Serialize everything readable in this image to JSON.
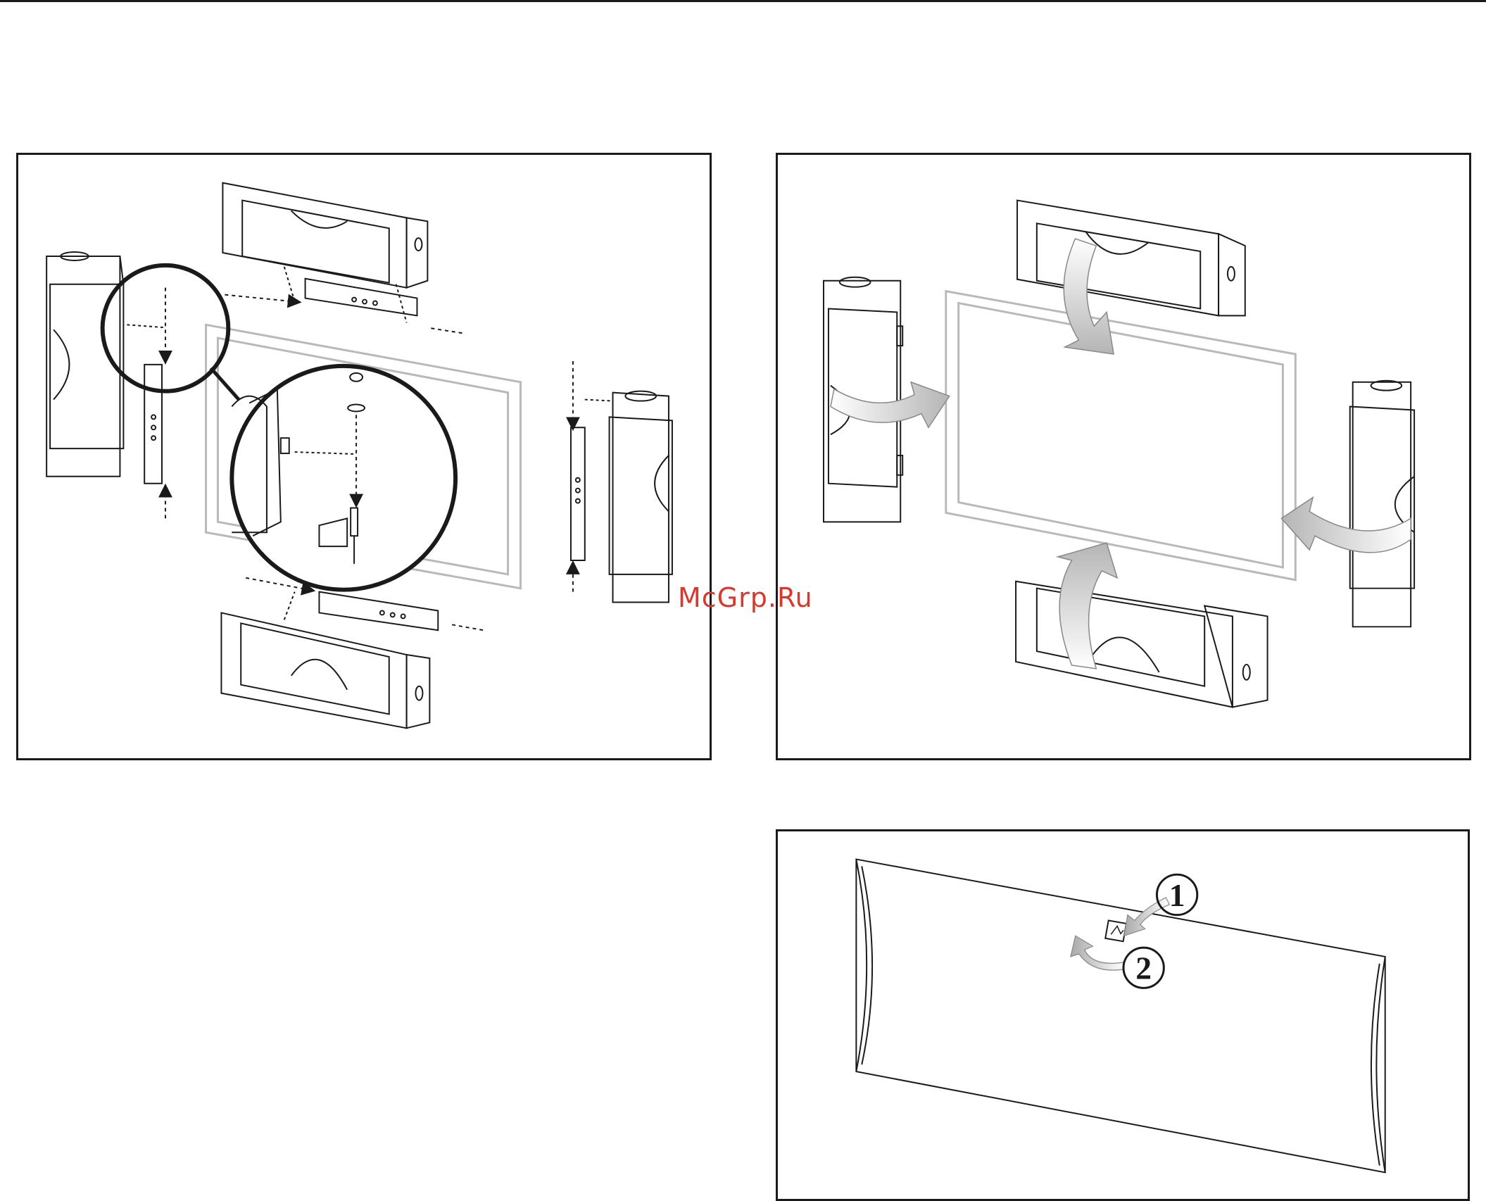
{
  "watermark": "McGrp.Ru",
  "panels": {
    "assembly": {
      "name": "bracket-assembly-diagram"
    },
    "placement": {
      "name": "speaker-placement-diagram"
    },
    "logo": {
      "steps": [
        "1",
        "2"
      ]
    }
  },
  "colors": {
    "line": "#1a1a1a",
    "tv_frame": "#b9b9b9",
    "arrow_fill": "#c9c9c9",
    "watermark": "#d9382c"
  }
}
